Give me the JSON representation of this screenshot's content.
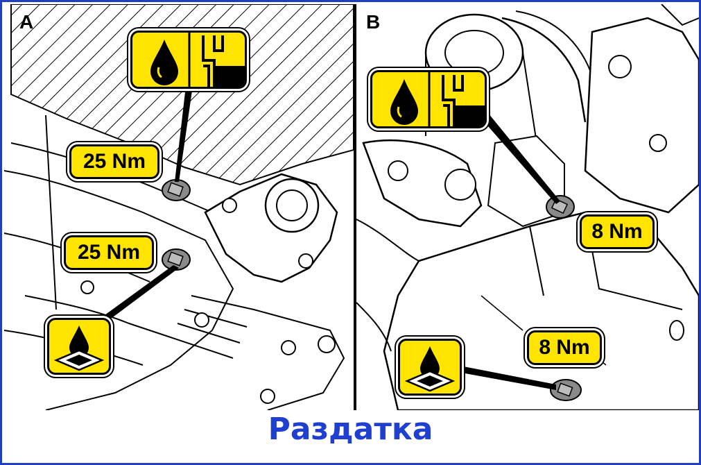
{
  "panels": [
    {
      "letter": "A",
      "torque_labels": [
        "25 Nm",
        "25 Nm"
      ],
      "icons": [
        "oil-filler-icon",
        "oil-drain-icon"
      ]
    },
    {
      "letter": "B",
      "torque_labels": [
        "8 Nm",
        "8 Nm"
      ],
      "icons": [
        "oil-filler-icon",
        "oil-drain-icon"
      ]
    }
  ],
  "caption": "Раздатка",
  "colors": {
    "label_fill": "#ffe400",
    "outline": "#000000",
    "caption": "#1f3fd0",
    "frame": "#1f3fbf",
    "plug": "#8a8a8a"
  }
}
